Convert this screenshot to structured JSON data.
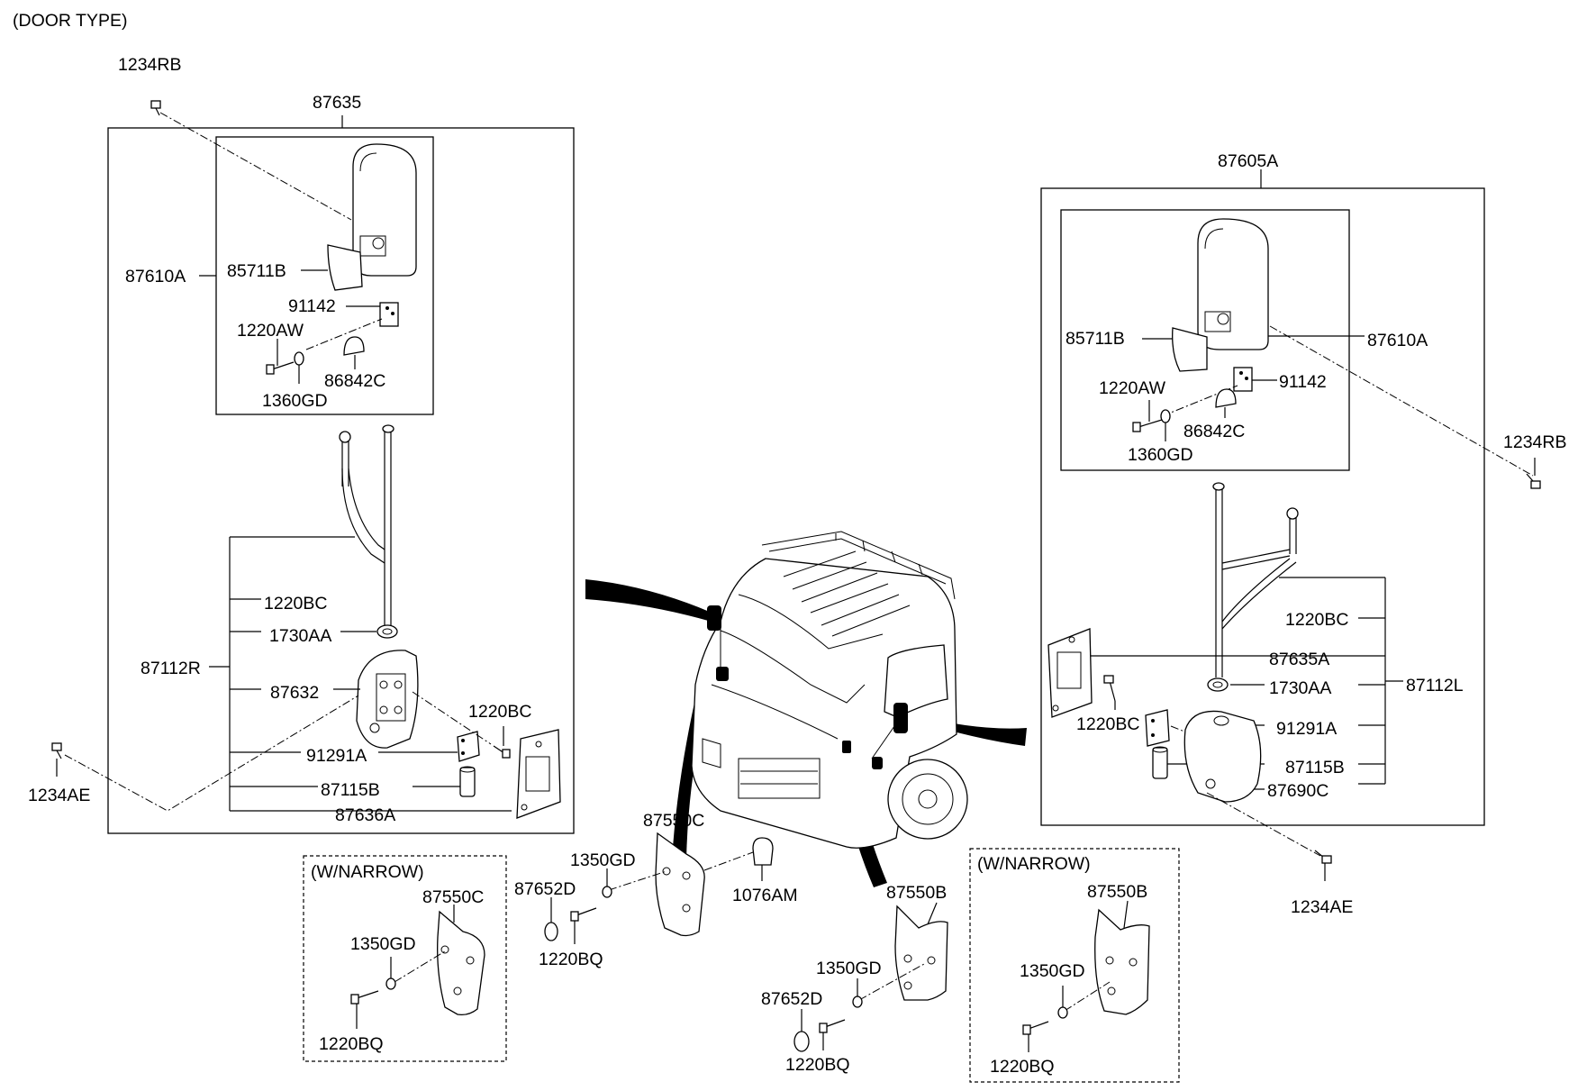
{
  "header": {
    "title": "(DOOR TYPE)"
  },
  "left_assembly": {
    "bolt_top": "1234RB",
    "assembly": "87635",
    "mirror": "87610A",
    "glass": "85711B",
    "bracket": "91142",
    "screw": "1220AW",
    "washer": "1360GD",
    "cap": "86842C",
    "arm": "87112R",
    "bolt_a": "1220BC",
    "ring": "1730AA",
    "base": "87632",
    "bolt_b": "1220BC",
    "hinge": "91291A",
    "bushing": "87115B",
    "gasket": "87636A",
    "bolt_bottom": "1234AE"
  },
  "right_assembly": {
    "assembly": "87605A",
    "glass": "85711B",
    "mirror": "87610A",
    "screw": "1220AW",
    "bracket": "91142",
    "cap": "86842C",
    "washer": "1360GD",
    "bolt_top": "1234RB",
    "bolt_a": "1220BC",
    "gasket": "87635A",
    "ring": "1730AA",
    "arm": "87112L",
    "bolt_b": "1220BC",
    "hinge": "91291A",
    "bushing": "87115B",
    "base": "87690C",
    "bolt_bottom": "1234AE"
  },
  "center_parts": {
    "mirror_c": "87550C",
    "washer": "1350GD",
    "plug": "87652D",
    "grommet": "1076AM",
    "screw": "1220BQ",
    "mirror_b": "87550B",
    "washer_b": "1350GD",
    "plug_b": "87652D",
    "screw_b": "1220BQ"
  },
  "narrow_left": {
    "title": "(W/NARROW)",
    "mirror": "87550C",
    "washer": "1350GD",
    "screw": "1220BQ"
  },
  "narrow_right": {
    "title": "(W/NARROW)",
    "mirror": "87550B",
    "washer": "1350GD",
    "screw": "1220BQ"
  }
}
